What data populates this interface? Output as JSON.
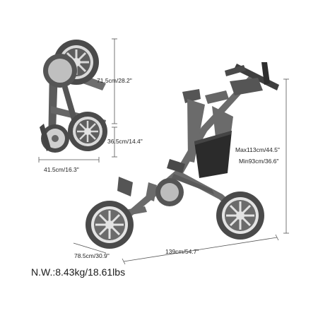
{
  "dimensions": {
    "folded_height": "71.5cm/28.2\"",
    "folded_depth": "36.5cm/14.4\"",
    "folded_width": "41.5cm/16.3\"",
    "max_height": "Max113cm/44.5\"",
    "min_height": "Min93cm/36.6\"",
    "open_width": "78.5cm/30.9\"",
    "open_length": "139cm/54.7\""
  },
  "net_weight": "N.W.:8.43kg/18.61lbs",
  "colors": {
    "frame": "#6b6b6b",
    "frame_dark": "#3f3f3f",
    "tire": "#4a4a4a",
    "hub": "#e3e3e3",
    "bag": "#2b2b2b",
    "dimension_line": "#555555"
  }
}
